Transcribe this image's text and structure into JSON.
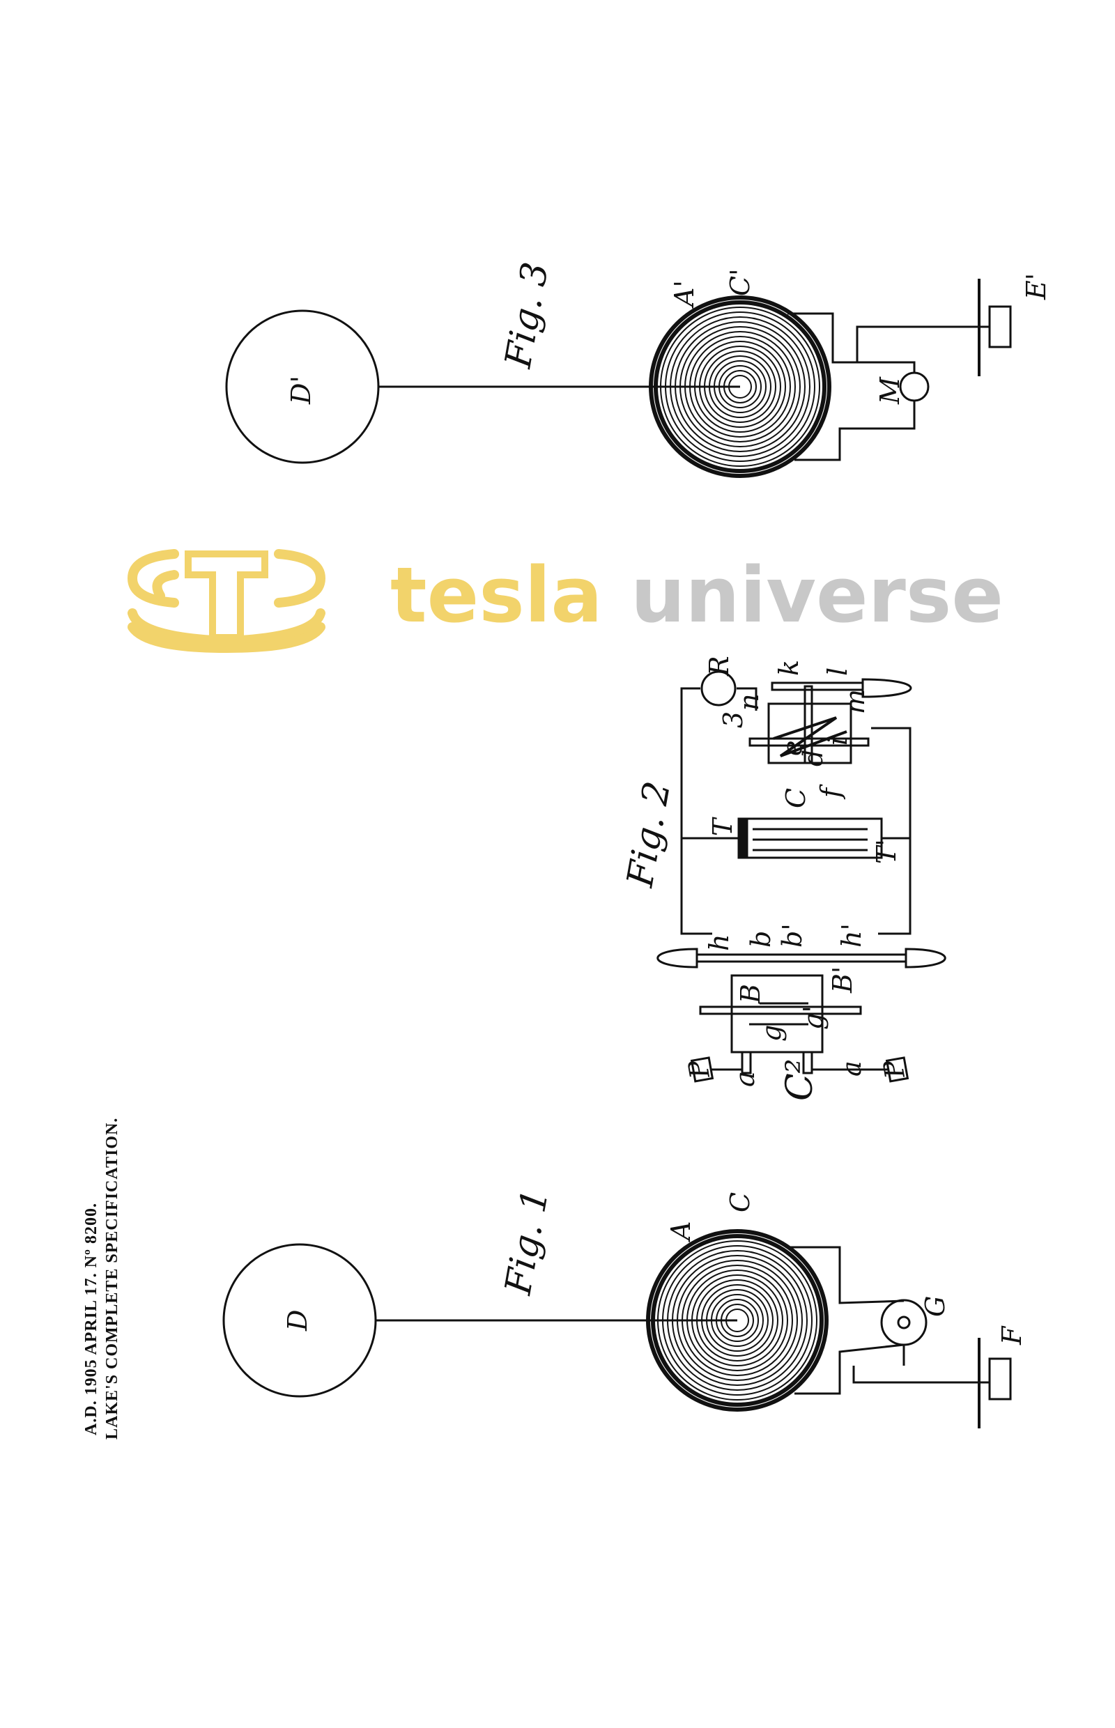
{
  "header": {
    "line1": "A.D. 1905  APRIL 17.  Nº 8200.",
    "line2": "LAKE'S COMPLETE SPECIFICATION."
  },
  "fig1": {
    "title": "Fig. 1",
    "sphere": "D",
    "coil": "A",
    "coil_end": "C",
    "generator": "G",
    "ground": "F"
  },
  "fig2": {
    "title": "Fig. 2",
    "labels": {
      "R": "R",
      "n": "n",
      "three": "3",
      "k": "k",
      "l": "l",
      "m": "m",
      "e": "e",
      "d": "d",
      "f": "f",
      "i": "i",
      "T": "T",
      "C": "C",
      "T1": "T'",
      "h": "h",
      "b": "b",
      "b1": "b'",
      "h1": "h'",
      "B": "B",
      "B1": "B'",
      "g": "g",
      "g1": "g'",
      "a": "a",
      "a1": "a",
      "C2": "C²",
      "P1": "P",
      "P2": "P"
    }
  },
  "fig3": {
    "title": "Fig. 3",
    "sphere": "D'",
    "coil": "A'",
    "coil_end": "C'",
    "motor": "M",
    "ground": "E'"
  },
  "watermark": {
    "word1": "tesla",
    "word2": "universe",
    "colors": {
      "logo": "#f2d36b",
      "text2": "#c8c8c8"
    }
  }
}
